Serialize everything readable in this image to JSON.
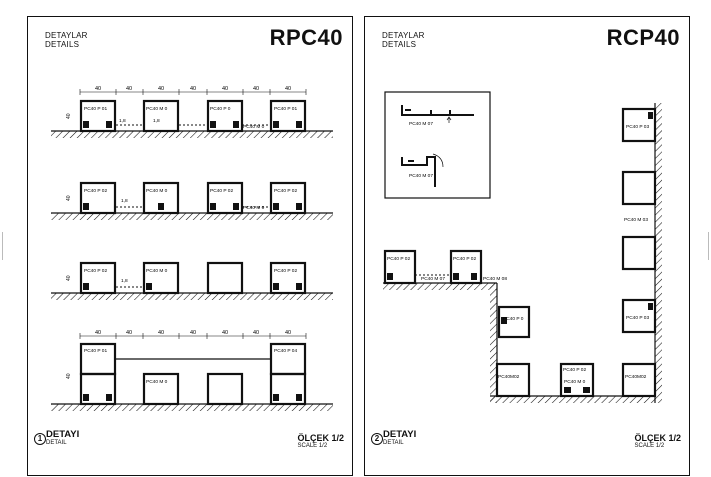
{
  "sheets": [
    {
      "caption_tr": "DETAYLAR",
      "caption_en": "DETAILS",
      "title": "RPC40",
      "footer_number": "1",
      "footer_title": "DETAYI",
      "footer_sub": "DETAIL",
      "scale_title": "ÖLÇEK 1/2",
      "scale_sub": "SCALE 1/2"
    },
    {
      "caption_tr": "DETAYLAR",
      "caption_en": "DETAILS",
      "title": "RCP40",
      "footer_number": "2",
      "footer_title": "DETAYI",
      "footer_sub": "DETAIL",
      "scale_title": "ÖLÇEK 1/2",
      "scale_sub": "SCALE 1/2"
    }
  ],
  "labels": {
    "dim_40": "40",
    "dim_18": "1,8",
    "pc40p01": "PC40 P 01",
    "pc40p02": "PC40 P 02",
    "pc40p03": "PC40 P 03",
    "pc40p04": "PC40 P 04",
    "pc40p0": "PC40 P 0",
    "pc40m0": "PC40 M 0",
    "pc40m01": "PC40 M 01",
    "pc40m02": "PC40 M 02",
    "pc40m03": "PC40 M 03",
    "pc40m07": "PC40 M 07",
    "pc40m08": "PC40 M 08",
    "pc40m02b": "PC40M02",
    "pc40m0b": "PC40 M 0"
  }
}
